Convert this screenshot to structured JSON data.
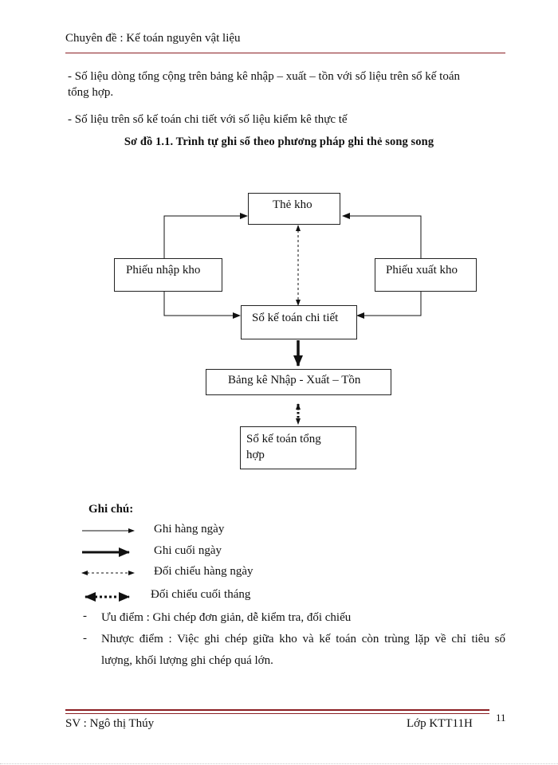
{
  "header": {
    "title": "Chuyên đề : Kế toán nguyên vật liệu"
  },
  "body": {
    "paragraph_1_line_1": "- Số liệu  dòng tổng cộng trên bảng kê nhập – xuất – tồn với số liệu trên sổ kế toán",
    "paragraph_1_line_2": "tổng hợp.",
    "paragraph_2": "- Số liệu trên sổ kế toán chi tiết với số liệu kiểm kê thực tế"
  },
  "diagram": {
    "title": "Sơ đồ 1.1. Trình tự ghi sổ theo phương pháp ghi thẻ song song",
    "nodes": {
      "the_kho": "Thẻ kho",
      "phieu_nhap_kho": "Phiếu nhập kho",
      "phieu_xuat_kho": "Phiếu xuất kho",
      "so_ke_toan_chi_tiet": "Sổ kế toán chi tiết",
      "bang_ke": "Bảng kê Nhập -  Xuất – Tồn",
      "so_tong_hop_line_1": "Sổ kế toán tổng",
      "so_tong_hop_line_2": "hợp"
    }
  },
  "legend": {
    "title": "Ghi chú:",
    "items": [
      {
        "style": "thin-solid-arrow",
        "label": "Ghi hàng ngày"
      },
      {
        "style": "thick-solid-arrow",
        "label": "Ghi cuối ngày"
      },
      {
        "style": "thin-dashed-double-arrow",
        "label": "Đối chiếu hàng ngày"
      },
      {
        "style": "thick-dotted-double-arrow",
        "label": "Đối chiếu cuối tháng"
      }
    ]
  },
  "notes": {
    "bullet_marker": "-",
    "advantage": "Ưu điểm :  Ghi chép đơn giản,  dễ kiểm tra,  đối chiếu",
    "disadvantage_line_1": "Nhược điểm : Việc ghi chép giữa kho và kế toán còn trùng lặp về chỉ tiêu số",
    "disadvantage_line_2": "lượng, khối lượng ghi chép quá lớn."
  },
  "footer": {
    "student": "SV : Ngô thị Thúy",
    "class": "Lớp KTT11H",
    "page_number": "11"
  },
  "colors": {
    "rule": "#8b1f24",
    "text": "#111111"
  }
}
